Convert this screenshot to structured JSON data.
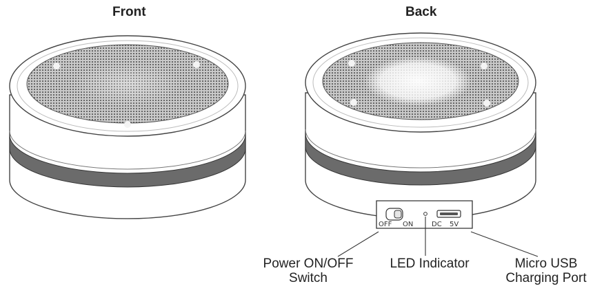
{
  "titles": {
    "front": "Front",
    "back": "Back"
  },
  "panel": {
    "off": "OFF",
    "on": "ON",
    "dc": "DC",
    "volt": "5V"
  },
  "callouts": {
    "power_line1": "Power ON/OFF",
    "power_line2": "Switch",
    "led": "LED Indicator",
    "usb_line1": "Micro USB",
    "usb_line2": "Charging Port"
  }
}
